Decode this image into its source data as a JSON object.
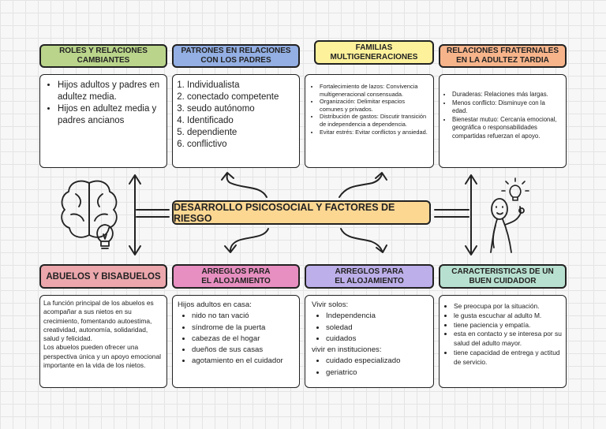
{
  "colors": {
    "roles": "#bad58b",
    "patrones": "#93afe3",
    "familias": "#fdf19b",
    "fraternales": "#f7b48b",
    "abuelos": "#eba7ac",
    "arreglos1": "#e68fc0",
    "arreglos2": "#bdafe9",
    "cuidador": "#b8e0d0",
    "center": "#fcd792"
  },
  "center_title": "DESARROLLO PSICOSOCIAL Y FACTORES DE RIESGO",
  "headers": {
    "roles": "ROLES Y RELACIONES\nCAMBIANTES",
    "patrones": "PATRONES EN RELACIONES\nCON LOS PADRES",
    "familias": "FAMILIAS\nMULTIGENERACIONES",
    "fraternales": "RELACIONES FRATERNALES\nEN LA ADULTEZ TARDIA",
    "abuelos": "ABUELOS Y BISABUELOS",
    "arreglos1": "ARREGLOS PARA\nEL ALOJAMIENTO",
    "arreglos2": "ARREGLOS PARA\nEL ALOJAMIENTO",
    "cuidador": "CARACTERISTICAS DE UN\nBUEN CUIDADOR"
  },
  "roles_items": [
    "Hijos adultos y padres en adultez media.",
    "Hijos en adultez media y padres ancianos"
  ],
  "patrones_items": [
    "Individualista",
    "conectado competente",
    "seudo autónomo",
    "Identificado",
    "dependiente",
    "conflictivo"
  ],
  "familias_items": [
    "Fortalecimiento de lazos: Convivencia multigeneracional consensuada.",
    "Organización: Delimitar espacios comunes y privados.",
    "Distribución de gastos: Discutir transición de independencia a dependencia.",
    "Evitar estrés: Evitar conflictos y ansiedad."
  ],
  "fraternales_items": [
    "Duraderas: Relaciones más largas.",
    "Menos conflicto: Disminuye con la edad.",
    "Bienestar mutuo: Cercanía emocional, geográfica o responsabilidades compartidas refuerzan el apoyo."
  ],
  "abuelos_text": "La función principal de los abuelos es acompañar a sus nietos en su crecimiento, fomentando autoestima, creatividad, autonomía, solidaridad, salud y felicidad.",
  "abuelos_text2": "Los abuelos pueden ofrecer una perspectiva única y un apoyo emocional importante en la vida de los nietos.",
  "arreglos1_intro": "Hijos adultos en casa:",
  "arreglos1_items": [
    "nido no tan vació",
    "síndrome de la puerta",
    "cabezas de el hogar",
    "dueños de sus casas",
    "agotamiento en el cuidador"
  ],
  "arreglos2_intro1": "Vivir solos:",
  "arreglos2_items1": [
    "Independencia",
    "soledad",
    "cuidados"
  ],
  "arreglos2_intro2": "vivir en instituciones:",
  "arreglos2_items2": [
    "cuidado especializado",
    "geriatrico"
  ],
  "cuidador_items": [
    "Se preocupa por la situación.",
    "le gusta escuchar al adulto M.",
    "tiene paciencia y empatía.",
    "esta en contacto y se interesa por su salud del adulto mayor.",
    "tiene capacidad de entrega y actitud de servicio."
  ]
}
